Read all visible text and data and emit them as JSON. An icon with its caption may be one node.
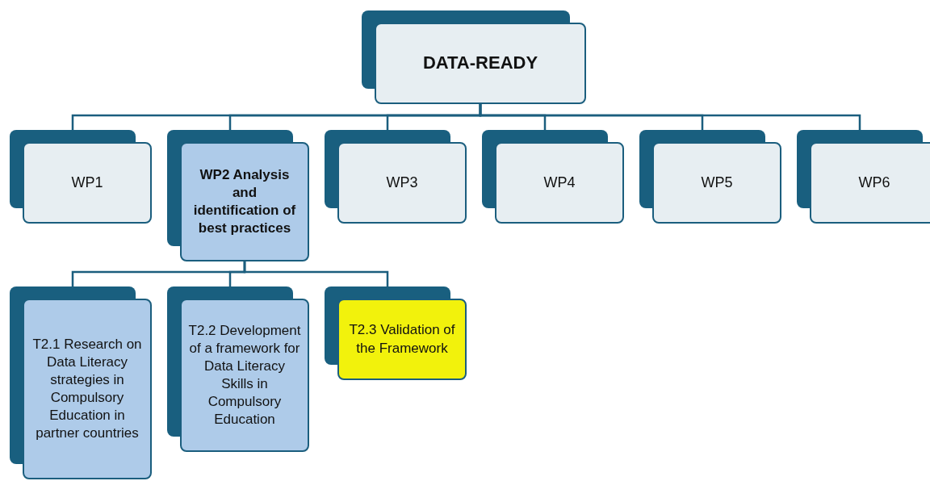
{
  "diagram": {
    "nodes": [
      {
        "text": [
          "DATA-READY"
        ]
      },
      {
        "text": [
          "WP1"
        ]
      },
      {
        "text": [
          "WP2 Analysis and identification of best practices"
        ]
      },
      {
        "text": [
          "WP3"
        ]
      },
      {
        "text": [
          "WP4"
        ]
      },
      {
        "text": [
          "WP5"
        ]
      },
      {
        "text": [
          "WP6"
        ]
      },
      {
        "text": [
          "T2.1 Research on Data Literacy strategies in Compulsory Education in partner countries"
        ]
      },
      {
        "text": [
          "T2.2 Development of a framework for Data Literacy Skills in Compulsory Education"
        ]
      },
      {
        "text": [
          "T2.3 Validation of the Framework"
        ]
      }
    ],
    "edges": [
      {
        "from": 0,
        "to": 1,
        "arrow": "none"
      },
      {
        "from": 0,
        "to": 2,
        "arrow": "none"
      },
      {
        "from": 0,
        "to": 3,
        "arrow": "none"
      },
      {
        "from": 0,
        "to": 4,
        "arrow": "none"
      },
      {
        "from": 0,
        "to": 5,
        "arrow": "none"
      },
      {
        "from": 0,
        "to": 6,
        "arrow": "none"
      },
      {
        "from": 2,
        "to": 7,
        "arrow": "none"
      },
      {
        "from": 2,
        "to": 8,
        "arrow": "none"
      },
      {
        "from": 2,
        "to": 9,
        "arrow": "none"
      }
    ]
  }
}
